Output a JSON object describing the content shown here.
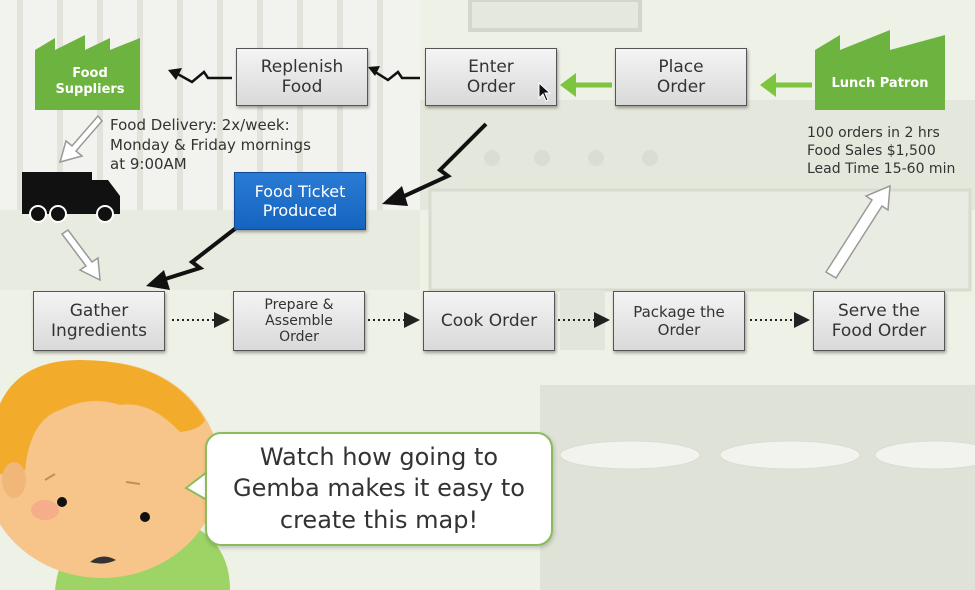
{
  "suppliers": {
    "label": "Food\nSuppliers",
    "color": "#6db33f"
  },
  "customer": {
    "label": "Lunch Patron",
    "color": "#6db33f"
  },
  "info_boxes": {
    "replenish": "Replenish\nFood",
    "enter_order": "Enter\nOrder",
    "place_order": "Place\nOrder",
    "food_ticket": "Food Ticket\nProduced"
  },
  "process_boxes": {
    "gather": "Gather\nIngredients",
    "prepare": "Prepare &\nAssemble\nOrder",
    "cook": "Cook Order",
    "package": "Package the\nOrder",
    "serve": "Serve the\nFood Order"
  },
  "delivery_note": "Food Delivery: 2x/week:\nMonday & Friday mornings\nat 9:00AM",
  "customer_note": "100 orders in 2 hrs\nFood Sales $1,500\nLead Time 15-60 min",
  "bubble_text": "Watch how going to\nGemba makes it easy to\ncreate this map!",
  "colors": {
    "green": "#6db33f",
    "blue": "#1565c0",
    "bubble_border": "#8cbc5a"
  }
}
